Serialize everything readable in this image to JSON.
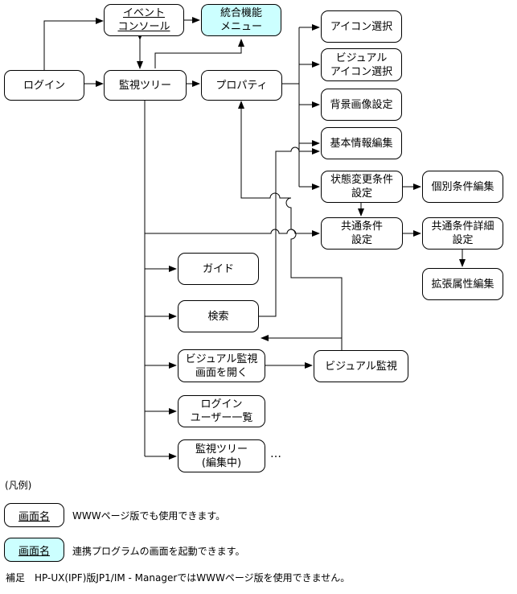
{
  "nodes": {
    "login": [
      "ログイン"
    ],
    "event_console": [
      "イベント",
      "コンソール"
    ],
    "integrated_menu": [
      "統合機能",
      "メニュー"
    ],
    "monitor_tree": [
      "監視ツリー"
    ],
    "properties": [
      "プロパティ"
    ],
    "icon_select": [
      "アイコン選択"
    ],
    "visual_icon_select": [
      "ビジュアル",
      "アイコン選択"
    ],
    "bg_image_settings": [
      "背景画像設定"
    ],
    "basic_info_edit": [
      "基本情報編集"
    ],
    "state_change_cond": [
      "状態変更条件",
      "設定"
    ],
    "individual_cond_edit": [
      "個別条件編集"
    ],
    "common_cond": [
      "共通条件",
      "設定"
    ],
    "common_cond_detail": [
      "共通条件詳細",
      "設定"
    ],
    "ext_attr_edit": [
      "拡張属性編集"
    ],
    "guide": [
      "ガイド"
    ],
    "search": [
      "検索"
    ],
    "open_visual_monitor": [
      "ビジュアル監視",
      "画面を開く"
    ],
    "visual_monitor": [
      "ビジュアル監視"
    ],
    "login_user_list": [
      "ログイン",
      "ユーザー一覧"
    ],
    "monitor_tree_editing": [
      "監視ツリー",
      "(編集中)"
    ]
  },
  "ellipsis": "…",
  "legend": {
    "title": "(凡例)",
    "www_box_label": "画面名",
    "www_text": "WWWページ版でも使用できます。",
    "linked_box_label": "画面名",
    "linked_text": "連携プログラムの画面を起動できます。"
  },
  "note": "補足　HP-UX(IPF)版JP1/IM - ManagerではWWWページ版を使用できません。",
  "colors": {
    "linked_program_fill": "#ccffff",
    "line": "#000000"
  }
}
